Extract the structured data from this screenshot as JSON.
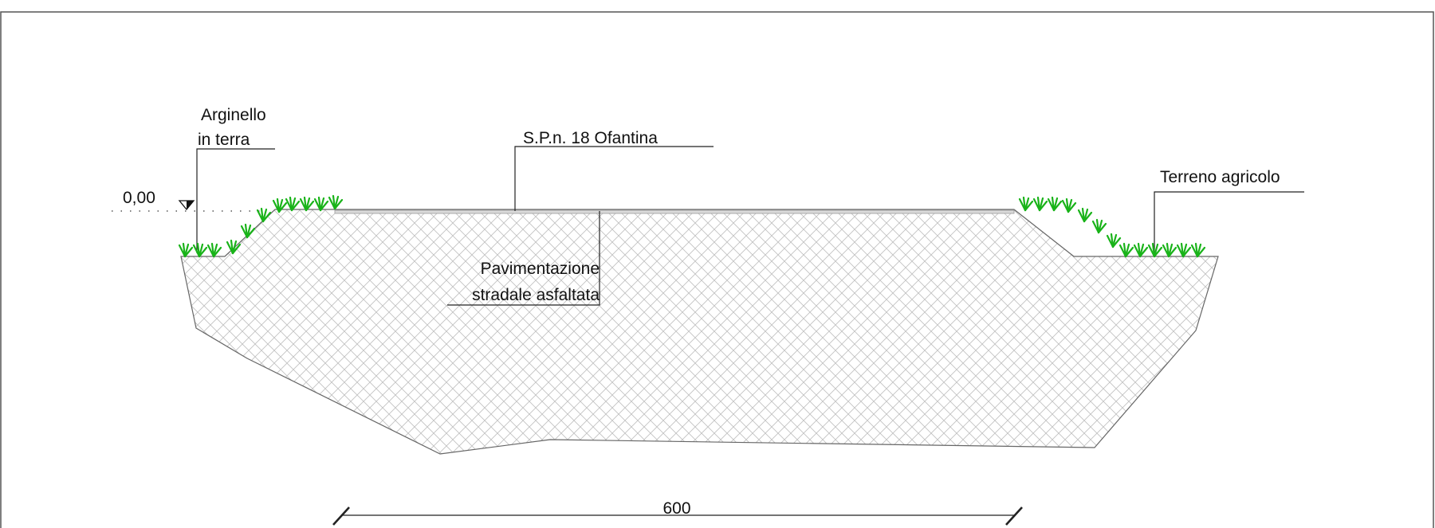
{
  "labels": {
    "elevation": "0,00",
    "embankment_line1": "Arginello",
    "embankment_line2": "in terra",
    "road": "S.P.n. 18 Ofantina",
    "pavement_line1": "Pavimentazione",
    "pavement_line2": "stradale asfaltata",
    "farmland": "Terreno agricolo",
    "dimension": "600"
  },
  "colors": {
    "frame": "#555555",
    "outline": "#666666",
    "hatch": "#c2c2c2",
    "asphalt": "#d9d9d9",
    "grass": "#19b319",
    "leader": "#222222"
  }
}
